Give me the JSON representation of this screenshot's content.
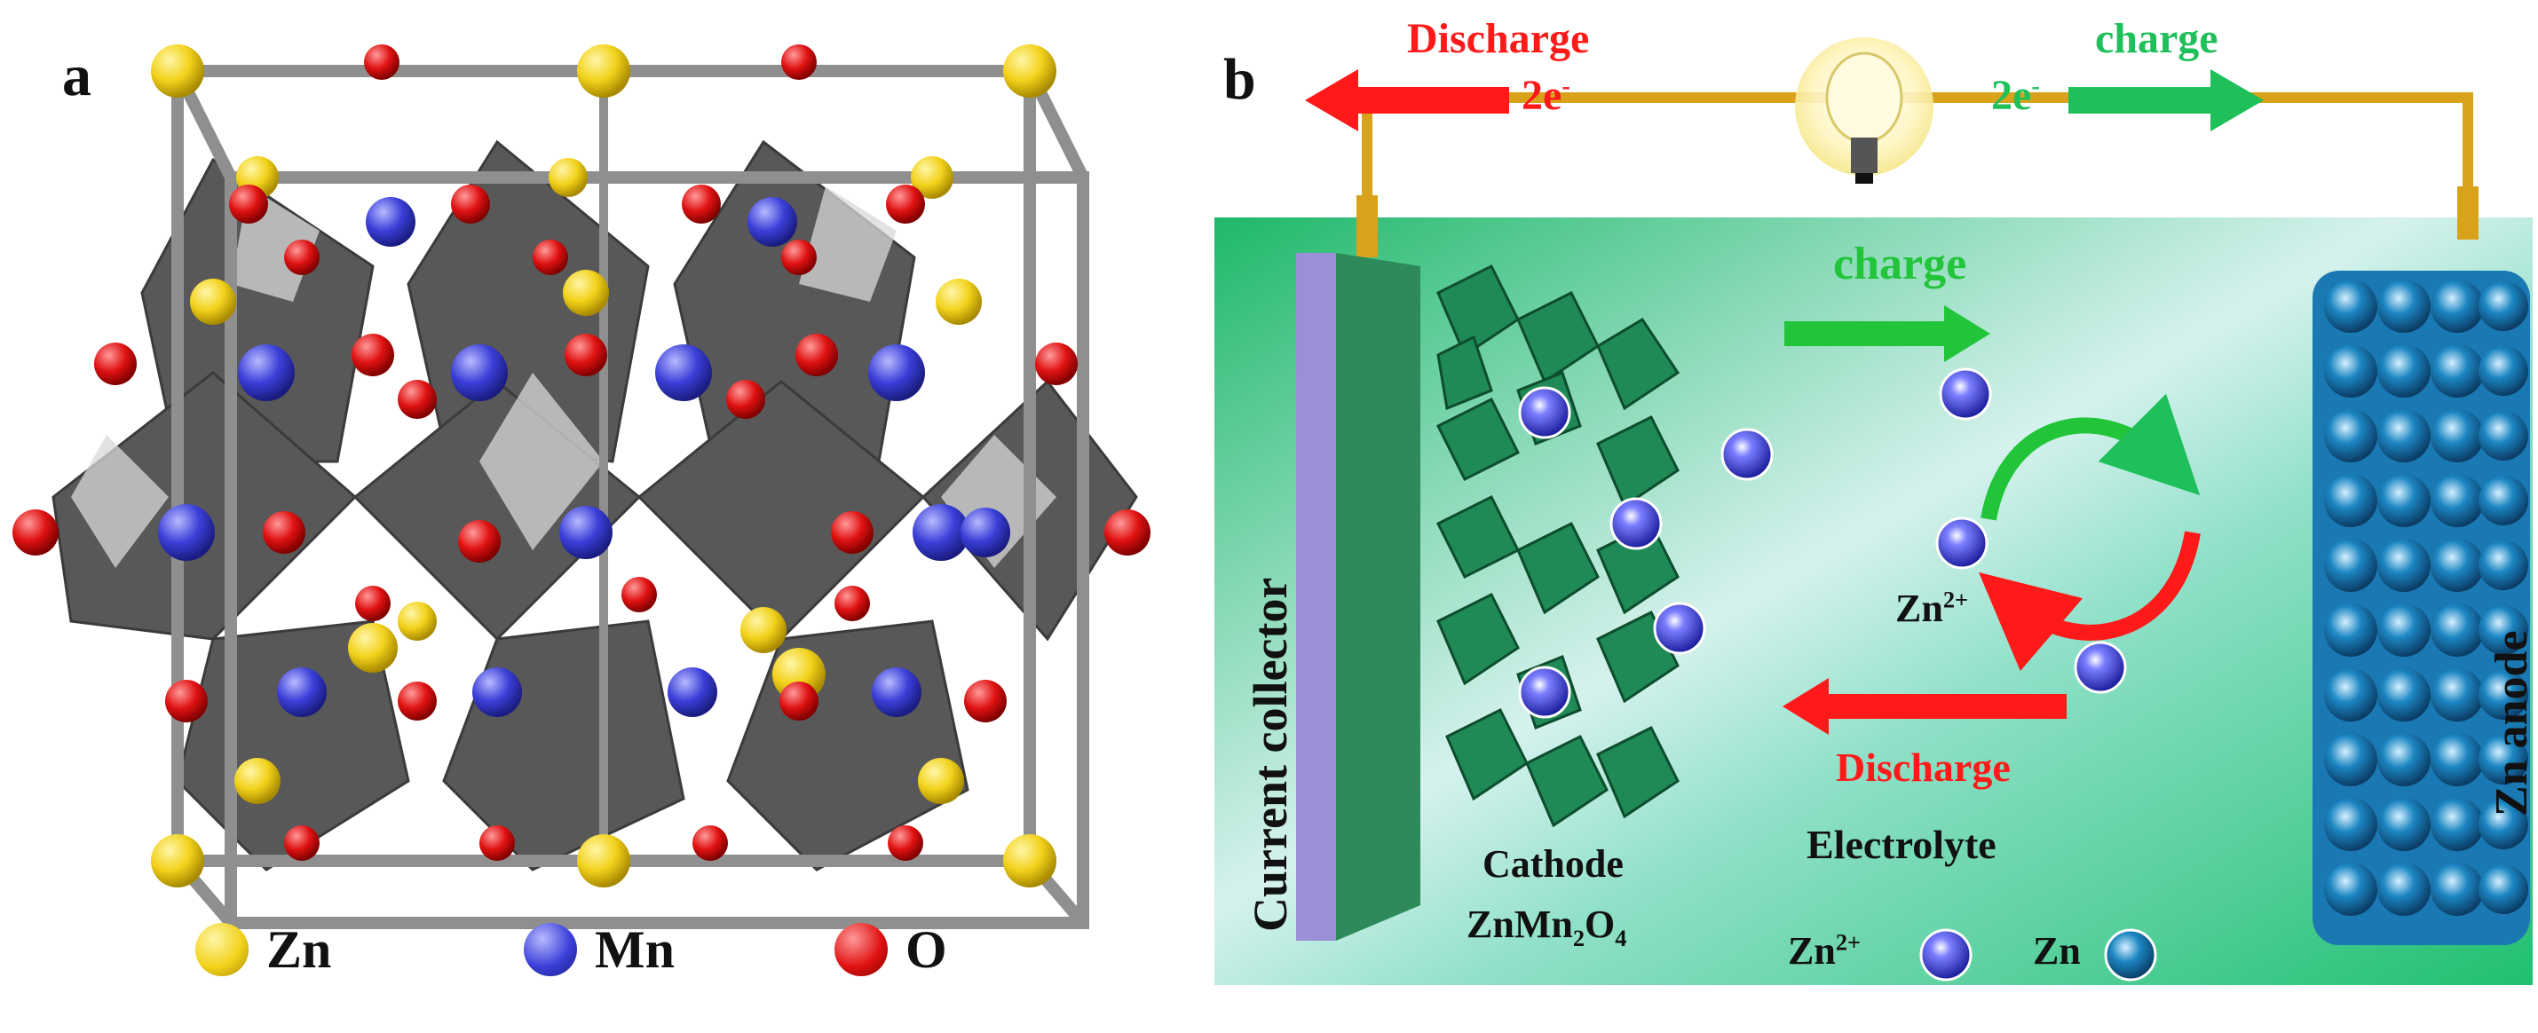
{
  "panel_a": {
    "letter": "a",
    "legend": [
      {
        "label": "Zn",
        "color": "#f2d21b"
      },
      {
        "label": "Mn",
        "color": "#3b3fd8"
      },
      {
        "label": "O",
        "color": "#e01212"
      }
    ]
  },
  "panel_b": {
    "letter": "b",
    "top_discharge": "Discharge",
    "top_charge": "charge",
    "electrons_left": "2e",
    "electrons_right": "2e",
    "electron_sup": "-",
    "current_collector": "Current collector",
    "zn_anode": "Zn anode",
    "charge_mid": "charge",
    "discharge_mid": "Discharge",
    "electrolyte": "Electrolyte",
    "cathode_line1": "Cathode",
    "cathode_formula": {
      "a": "ZnMn",
      "n1": "2",
      "b": "O",
      "n2": "4"
    },
    "zn_ion": "Zn",
    "zn_ion_charge": "2+",
    "legend_ion": "Zn",
    "legend_ion_charge": "2+",
    "legend_zn": "Zn",
    "colors": {
      "discharge": "#ff1a1a",
      "charge": "#1fbf5a",
      "electrolyte": "#20c070",
      "wire": "#d9a21b"
    }
  }
}
